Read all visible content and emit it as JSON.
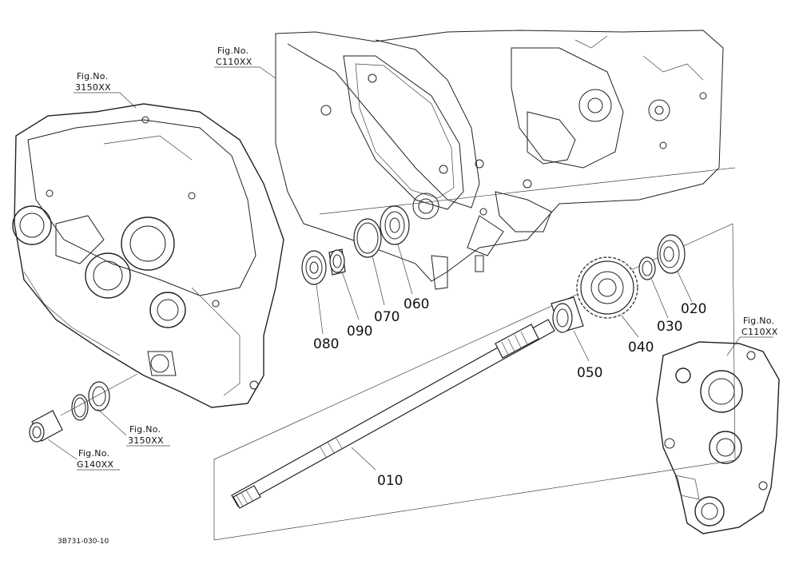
{
  "callouts": [
    {
      "id": "010",
      "label": "010"
    },
    {
      "id": "020",
      "label": "020"
    },
    {
      "id": "030",
      "label": "030"
    },
    {
      "id": "040",
      "label": "040"
    },
    {
      "id": "050",
      "label": "050"
    },
    {
      "id": "060",
      "label": "060"
    },
    {
      "id": "070",
      "label": "070"
    },
    {
      "id": "080",
      "label": "080"
    },
    {
      "id": "090",
      "label": "090"
    }
  ],
  "fig_refs": [
    {
      "id": "c110-top",
      "line1": "Fig.No.",
      "line2": "C110XX"
    },
    {
      "id": "3150-top",
      "line1": "Fig.No.",
      "line2": "3150XX"
    },
    {
      "id": "c110-right",
      "line1": "Fig.No.",
      "line2": "C110XX"
    },
    {
      "id": "3150-bottom",
      "line1": "Fig.No.",
      "line2": "3150XX"
    },
    {
      "id": "g140-bottom",
      "line1": "Fig.No.",
      "line2": "G140XX"
    }
  ],
  "footer_code": "3B731-030-10"
}
